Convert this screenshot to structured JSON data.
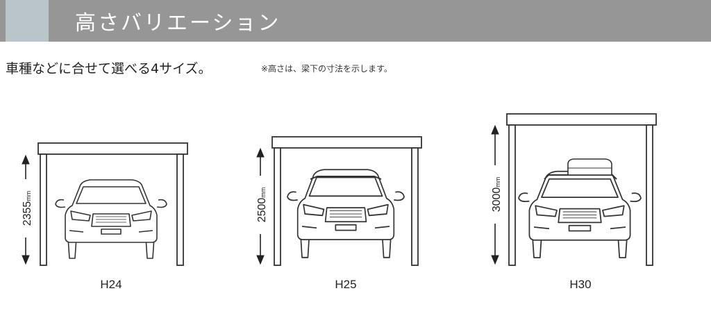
{
  "header": {
    "title": "高さバリエーション",
    "bar_color": "#969696",
    "accent_color": "#b9c5c8"
  },
  "subtitle": "車種などに合せて選べる4サイズ。",
  "note": "※高さは、梁下の寸法を示します。",
  "carports": [
    {
      "name": "H24",
      "height_value": "2355",
      "unit": "mm",
      "vehicle": "sedan-car-icon"
    },
    {
      "name": "H25",
      "height_value": "2500",
      "unit": "mm",
      "vehicle": "suv-car-icon"
    },
    {
      "name": "H30",
      "height_value": "3000",
      "unit": "mm",
      "vehicle": "van-with-roof-box-icon"
    }
  ]
}
